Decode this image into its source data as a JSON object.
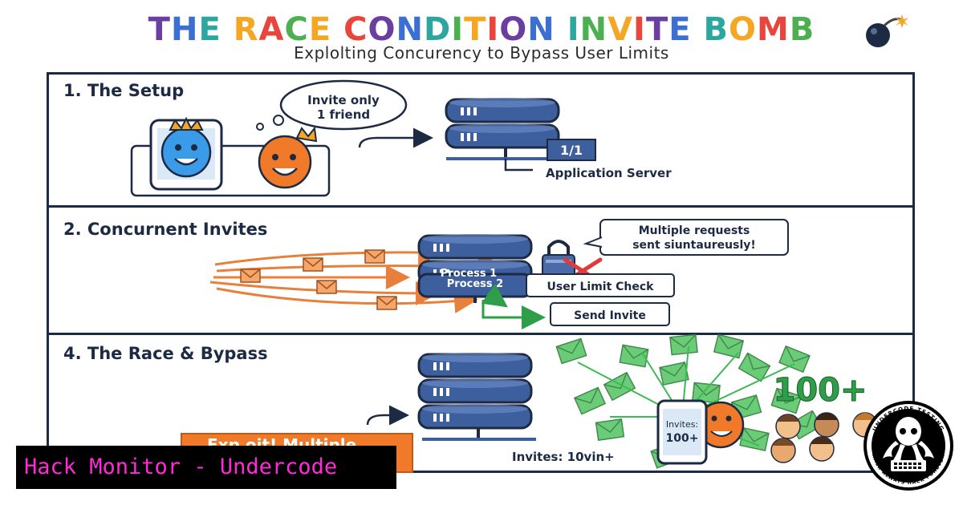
{
  "title": {
    "text": "THE RACE CONDITION INVITE BOMB",
    "letter_colors": [
      "#6b3fa0",
      "#3b6fd1",
      "#2ba7a0",
      "#f5a623",
      "#e8453c",
      "#4caf50",
      "#f5a623",
      "#e8453c",
      "#6b3fa0",
      "#3b6fd1",
      "#2ba7a0",
      "#4caf50",
      "#f5a623",
      "#e8453c",
      "#6b3fa0",
      "#3b6fd1",
      "#2ba7a0",
      "#4caf50",
      "#f5a623",
      "#e8453c",
      "#6b3fa0",
      "#3b6fd1",
      "#2ba7a0",
      "#f5a623",
      "#e8453c",
      "#4caf50",
      "#6b3fa0",
      "#3b6fd1",
      "#e8453c",
      "#f5a623"
    ]
  },
  "subtitle": "Explolting Concurency to Bypass User Limits",
  "sections": [
    {
      "title": "1. The Setup"
    },
    {
      "title": "2. Concurnent Invites"
    },
    {
      "title": "4. The Race & Bypass"
    }
  ],
  "setup": {
    "thought_bubble": [
      "Invite only",
      "1 friend"
    ],
    "counter": "1/1",
    "server_label": "Application Server"
  },
  "concurrent": {
    "callout": [
      "Multiple requests",
      "sent siuntaureusly!"
    ],
    "process_labels": [
      "Process 1",
      "Process 2"
    ],
    "check_label": "User Limit Check",
    "send_label": "Send Invite"
  },
  "race": {
    "exploit_label": "Exp oit! Multiple",
    "big_count": "100+",
    "phone_label": [
      "Invites:",
      "100+"
    ],
    "invites_caption": "Invites: 10vin+"
  },
  "colors": {
    "navy": "#1d2a44",
    "server_blue": "#3d5f9e",
    "arrow_orange": "#e8803c",
    "envelope_green": "#4caf50",
    "mascot_blue": "#3a9be8",
    "mascot_orange": "#f07a2a",
    "x_red": "#e03a3a",
    "exploit_orange": "#f07a2a"
  },
  "brand": {
    "text": "Hack Monitor - Undercode",
    "color": "#ff2bd6"
  },
  "logo": {
    "icon": "octopus-logo-icon",
    "top_text": "UNDERCODE TESTING",
    "bottom_text": "HACK ALWAYS HACK FOREVER"
  }
}
